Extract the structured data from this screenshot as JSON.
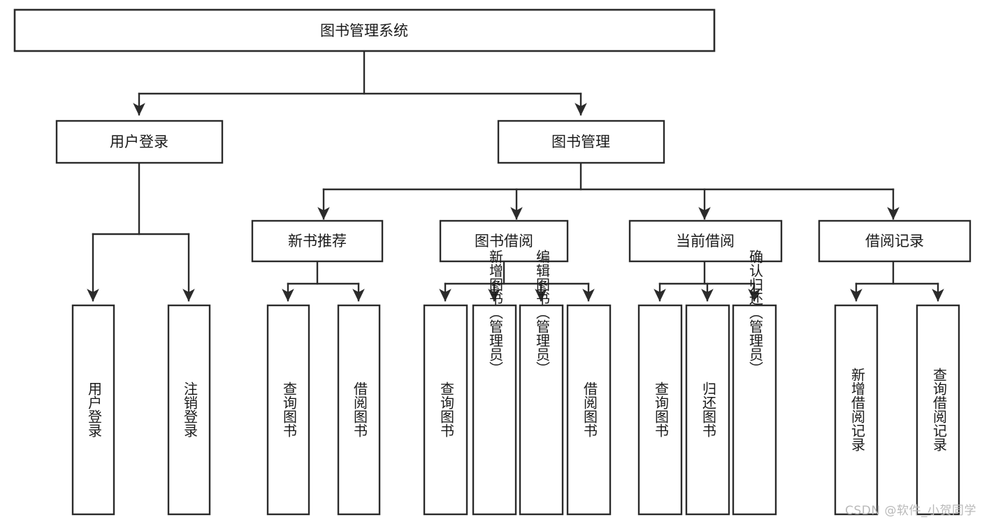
{
  "diagram": {
    "type": "tree-hierarchy-diagram",
    "title": "图书管理系统",
    "watermark": "CSDN @软件_小贺同学",
    "colors": {
      "stroke": "#2b2b2b",
      "fill": "#ffffff",
      "text": "#1a1a1a",
      "watermark": "#b9b9b9"
    },
    "nodes": {
      "root": {
        "label": "图书管理系统"
      },
      "level2": [
        {
          "label": "用户登录"
        },
        {
          "label": "图书管理"
        }
      ],
      "level3": [
        {
          "label": "新书推荐"
        },
        {
          "label": "图书借阅"
        },
        {
          "label": "当前借阅"
        },
        {
          "label": "借阅记录"
        }
      ],
      "leaves_user_login": [
        {
          "label": "用户登录"
        },
        {
          "label": "注销登录"
        }
      ],
      "leaves_new_book": [
        {
          "label": "查询图书"
        },
        {
          "label": "借阅图书"
        }
      ],
      "leaves_borrow": [
        {
          "label": "查询图书"
        },
        {
          "label": "新增图书（管理员）"
        },
        {
          "label": "编辑图书（管理员）"
        },
        {
          "label": "借阅图书"
        }
      ],
      "leaves_current": [
        {
          "label": "查询图书"
        },
        {
          "label": "归还图书"
        },
        {
          "label": "确认归还（管理员）"
        }
      ],
      "leaves_records": [
        {
          "label": "新增借阅记录"
        },
        {
          "label": "查询借阅记录"
        }
      ]
    }
  }
}
